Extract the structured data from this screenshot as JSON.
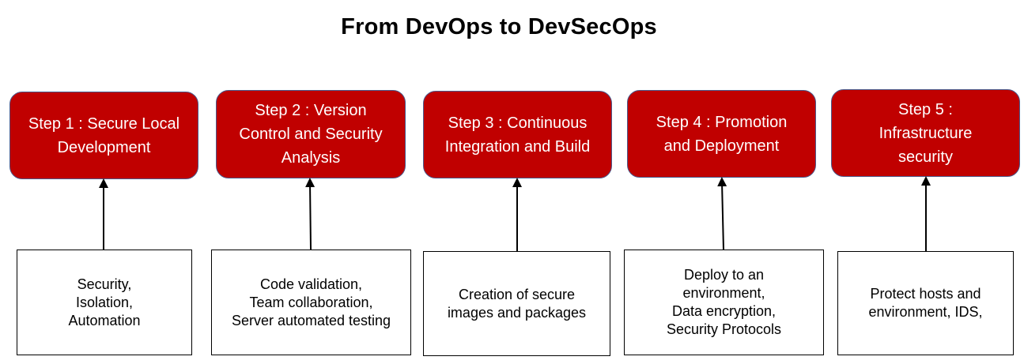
{
  "title": "From DevOps to DevSecOps",
  "steps": [
    {
      "label": "Step 1 : Secure Local\nDevelopment",
      "detail": "Security,\nIsolation,\nAutomation"
    },
    {
      "label": "Step 2 : Version\nControl and Security\nAnalysis",
      "detail": "Code validation,\nTeam collaboration,\nServer automated testing"
    },
    {
      "label": "Step 3 : Continuous\nIntegration and Build",
      "detail": "Creation of secure\nimages and packages"
    },
    {
      "label": "Step 4 : Promotion\nand Deployment",
      "detail": "Deploy to an\nenvironment,\nData encryption,\nSecurity Protocols"
    },
    {
      "label": "Step 5 :\nInfrastructure\nsecurity",
      "detail": "Protect hosts and\nenvironment, IDS,"
    }
  ],
  "colors": {
    "step_fill": "#c00000",
    "step_border": "#4a5a8c",
    "arrow": "#000000"
  }
}
